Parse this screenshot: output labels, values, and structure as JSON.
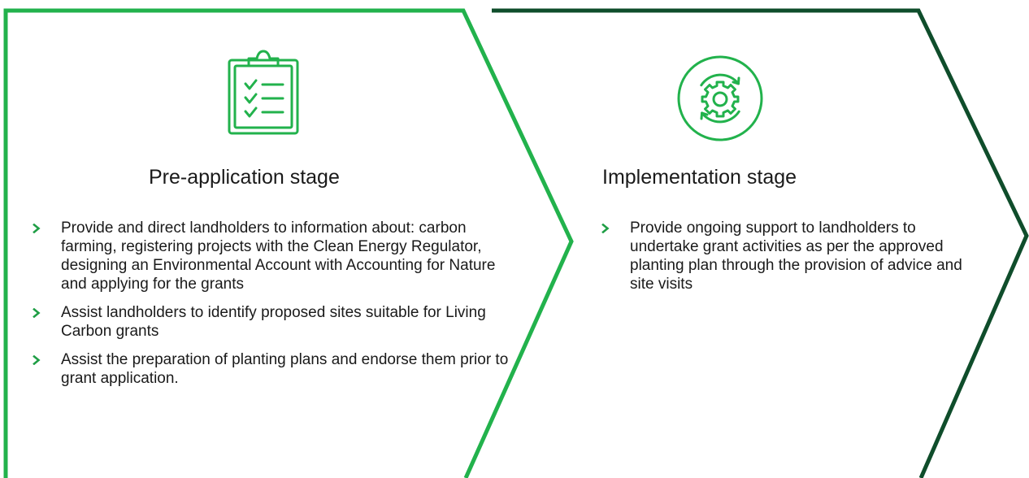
{
  "colors": {
    "pre_chevron": "#22b24c",
    "impl_chevron": "#0f4d2b",
    "icon": "#22b24c",
    "bullet_marker": "#1f9e45",
    "text": "#1a1a1a"
  },
  "stages": [
    {
      "title": "Pre-application stage",
      "icon": "clipboard-checklist-icon",
      "items": [
        "Provide and direct landholders to information about: carbon farming, registering projects with the Clean Energy Regulator, designing an Environmental Account with Accounting for Nature and applying for the grants",
        "Assist landholders to identify proposed sites suitable for Living Carbon grants",
        "Assist the preparation of planting plans and endorse them prior to grant application."
      ]
    },
    {
      "title": "Implementation stage",
      "icon": "gear-cycle-icon",
      "items": [
        "Provide ongoing support to landholders to undertake grant activities as per the approved planting plan through the provision of advice and site visits"
      ]
    }
  ]
}
